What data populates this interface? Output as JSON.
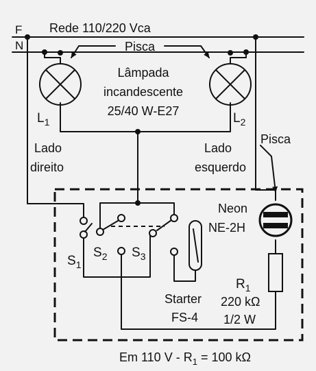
{
  "labels": {
    "phase": "F",
    "neutral": "N",
    "mains": "Rede 110/220 Vca",
    "blink_top": "Pisca",
    "lamp_line1": "Lâmpada",
    "lamp_line2": "incandescente",
    "lamp_line3": "25/40 W-E27",
    "l1": "L",
    "l1_sub": "1",
    "l2": "L",
    "l2_sub": "2",
    "right_side_1": "Lado",
    "right_side_2": "direito",
    "left_side_1": "Lado",
    "left_side_2": "esquerdo",
    "blink_right": "Pisca",
    "neon_1": "Neon",
    "neon_2": "NE-2H",
    "s1": "S",
    "s1_sub": "1",
    "s2": "S",
    "s2_sub": "2",
    "s3": "S",
    "s3_sub": "3",
    "r1": "R",
    "r1_sub": "1",
    "r1_value": "220 kΩ",
    "r1_power": "1/2 W",
    "starter_1": "Starter",
    "starter_2": "FS-4",
    "note_prefix": "Em 110 V - R",
    "note_sub": "1",
    "note_suffix": " = 100 kΩ"
  },
  "colors": {
    "ink": "#111111",
    "paper": "#f2f2f2"
  }
}
